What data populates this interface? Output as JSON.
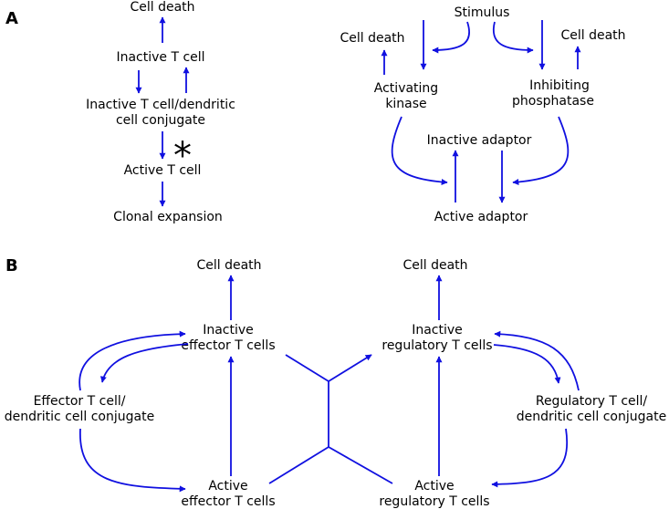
{
  "panels": {
    "a": "A",
    "b": "B"
  },
  "panel_a_left": {
    "cell_death": "Cell death",
    "inactive_t_cell": "Inactive T cell",
    "conjugate_line1": "Inactive T cell/dendritic",
    "conjugate_line2": "cell conjugate",
    "asterisk": "*",
    "active_t_cell": "Active T cell",
    "clonal_expansion": "Clonal expansion"
  },
  "panel_a_right": {
    "stimulus": "Stimulus",
    "cell_death_left": "Cell death",
    "cell_death_right": "Cell death",
    "kinase_line1": "Activating",
    "kinase_line2": "kinase",
    "phosphatase_line1": "Inhibiting",
    "phosphatase_line2": "phosphatase",
    "inactive_adaptor": "Inactive adaptor",
    "active_adaptor": "Active adaptor"
  },
  "panel_b": {
    "cell_death_left": "Cell death",
    "cell_death_right": "Cell death",
    "inactive_effector_line1": "Inactive",
    "inactive_effector_line2": "effector T cells",
    "inactive_regulatory_line1": "Inactive",
    "inactive_regulatory_line2": "regulatory T cells",
    "effector_conjugate_line1": "Effector T cell/",
    "effector_conjugate_line2": "dendritic cell conjugate",
    "regulatory_conjugate_line1": "Regulatory T cell/",
    "regulatory_conjugate_line2": "dendritic cell conjugate",
    "active_effector_line1": "Active",
    "active_effector_line2": "effector T cells",
    "active_regulatory_line1": "Active",
    "active_regulatory_line2": "regulatory T cells"
  },
  "colors": {
    "arrow": "#1010e0",
    "text": "#000000"
  }
}
